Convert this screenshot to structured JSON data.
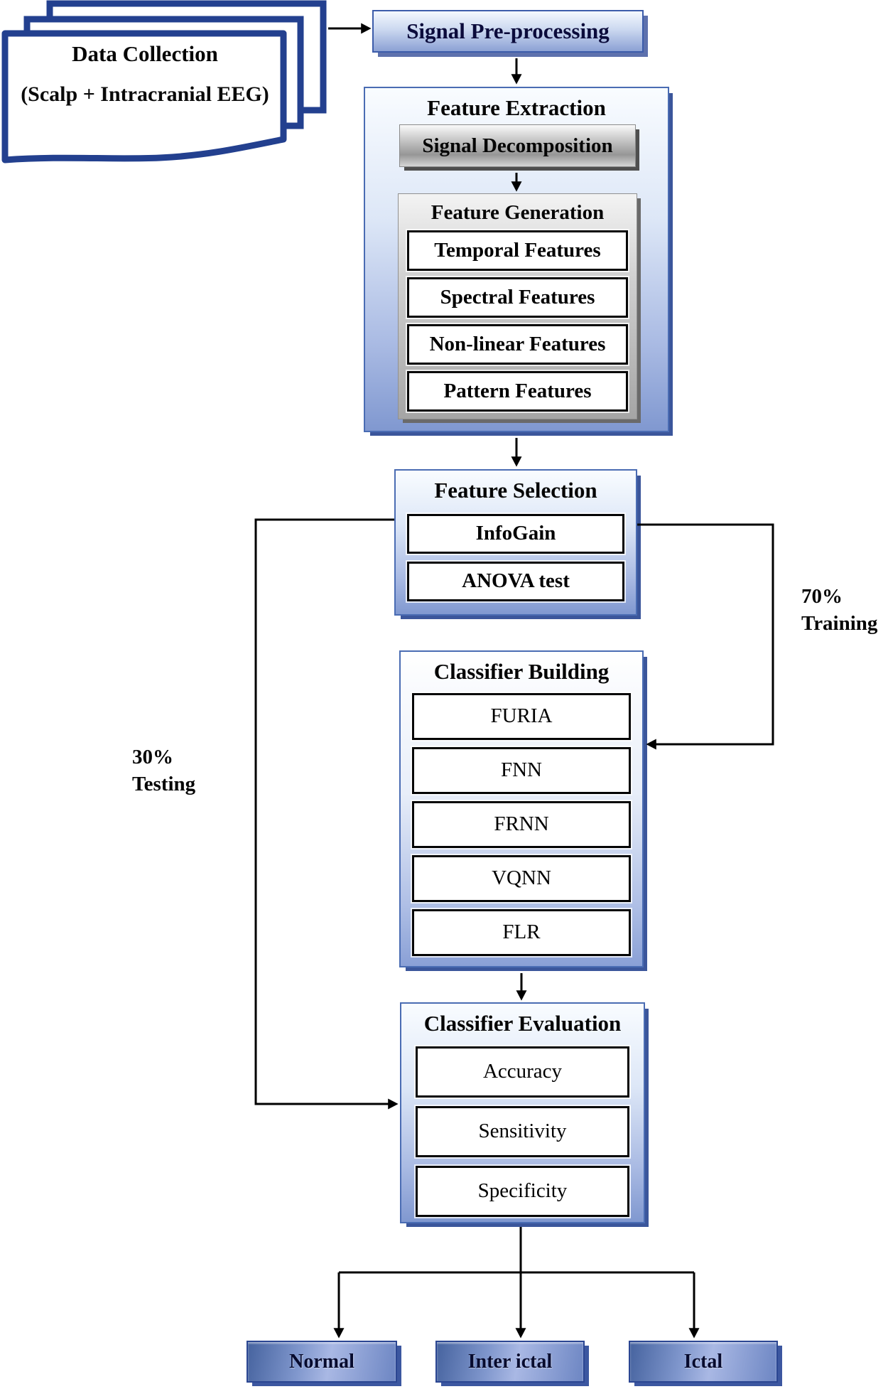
{
  "doc": {
    "line1": "Data Collection",
    "line2": "(Scalp + Intracranial EEG)"
  },
  "preprocessing": {
    "label": "Signal Pre-processing"
  },
  "feature_extraction": {
    "title": "Feature Extraction",
    "decomposition": "Signal Decomposition",
    "generation_title": "Feature Generation",
    "features": [
      "Temporal Features",
      "Spectral Features",
      "Non-linear Features",
      "Pattern Features"
    ]
  },
  "feature_selection": {
    "title": "Feature Selection",
    "methods": [
      "InfoGain",
      "ANOVA test"
    ]
  },
  "classifier_building": {
    "title": "Classifier Building",
    "classifiers": [
      "FURIA",
      "FNN",
      "FRNN",
      "VQNN",
      "FLR"
    ]
  },
  "classifier_evaluation": {
    "title": "Classifier Evaluation",
    "metrics": [
      "Accuracy",
      "Sensitivity",
      "Specificity"
    ]
  },
  "outputs": [
    "Normal",
    "Inter ictal",
    "Ictal"
  ],
  "edge_labels": {
    "training_pct": "70%",
    "training_word": "Training",
    "testing_pct": "30%",
    "testing_word": "Testing"
  },
  "colors": {
    "navy_border": "#23408f",
    "container_border": "#4a6cb3",
    "container_shadow": "#3b569b",
    "result_box_dark": "#46639f",
    "result_box_light": "#a9b8e4",
    "line_black": "#000000"
  }
}
